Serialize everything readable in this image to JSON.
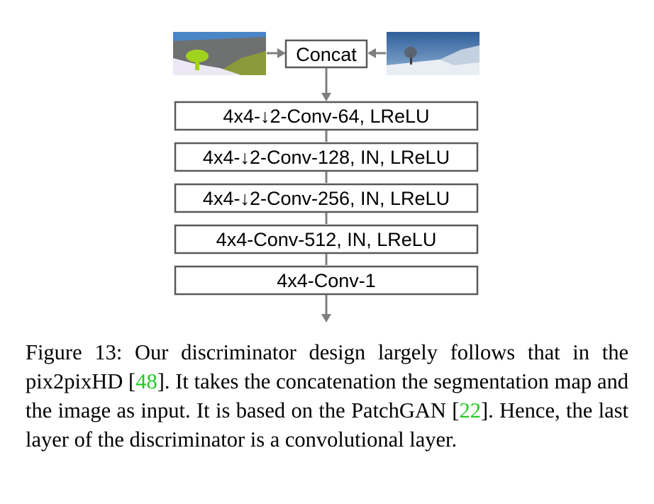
{
  "diagram": {
    "input_node": "Concat",
    "layers": [
      "4x4-↓2-Conv-64, LReLU",
      "4x4-↓2-Conv-128, IN, LReLU",
      "4x4-↓2-Conv-256, IN, LReLU",
      "4x4-Conv-512, IN, LReLU",
      "4x4-Conv-1"
    ]
  },
  "caption": {
    "label": "Figure 13:",
    "text1": " Our discriminator design largely follows that in the pix2pixHD [",
    "ref1": "48",
    "text2": "]. It takes the concatenation the segmentation map and the image as input. It is based on the PatchGAN [",
    "ref2": "22",
    "text3": "]. Hence, the last layer of the discriminator is a convolutional layer."
  },
  "colors": {
    "box_stroke": "#595959",
    "arrow": "#7f7f7f",
    "citation": "#23c923",
    "segmap_sky": "#4a86c6",
    "segmap_gray": "#6f7070",
    "segmap_grass": "#8a9a3a",
    "segmap_snow": "#ece8f6",
    "segmap_tree": "#a0d21e",
    "photo_sky": "#3c6ea8"
  }
}
